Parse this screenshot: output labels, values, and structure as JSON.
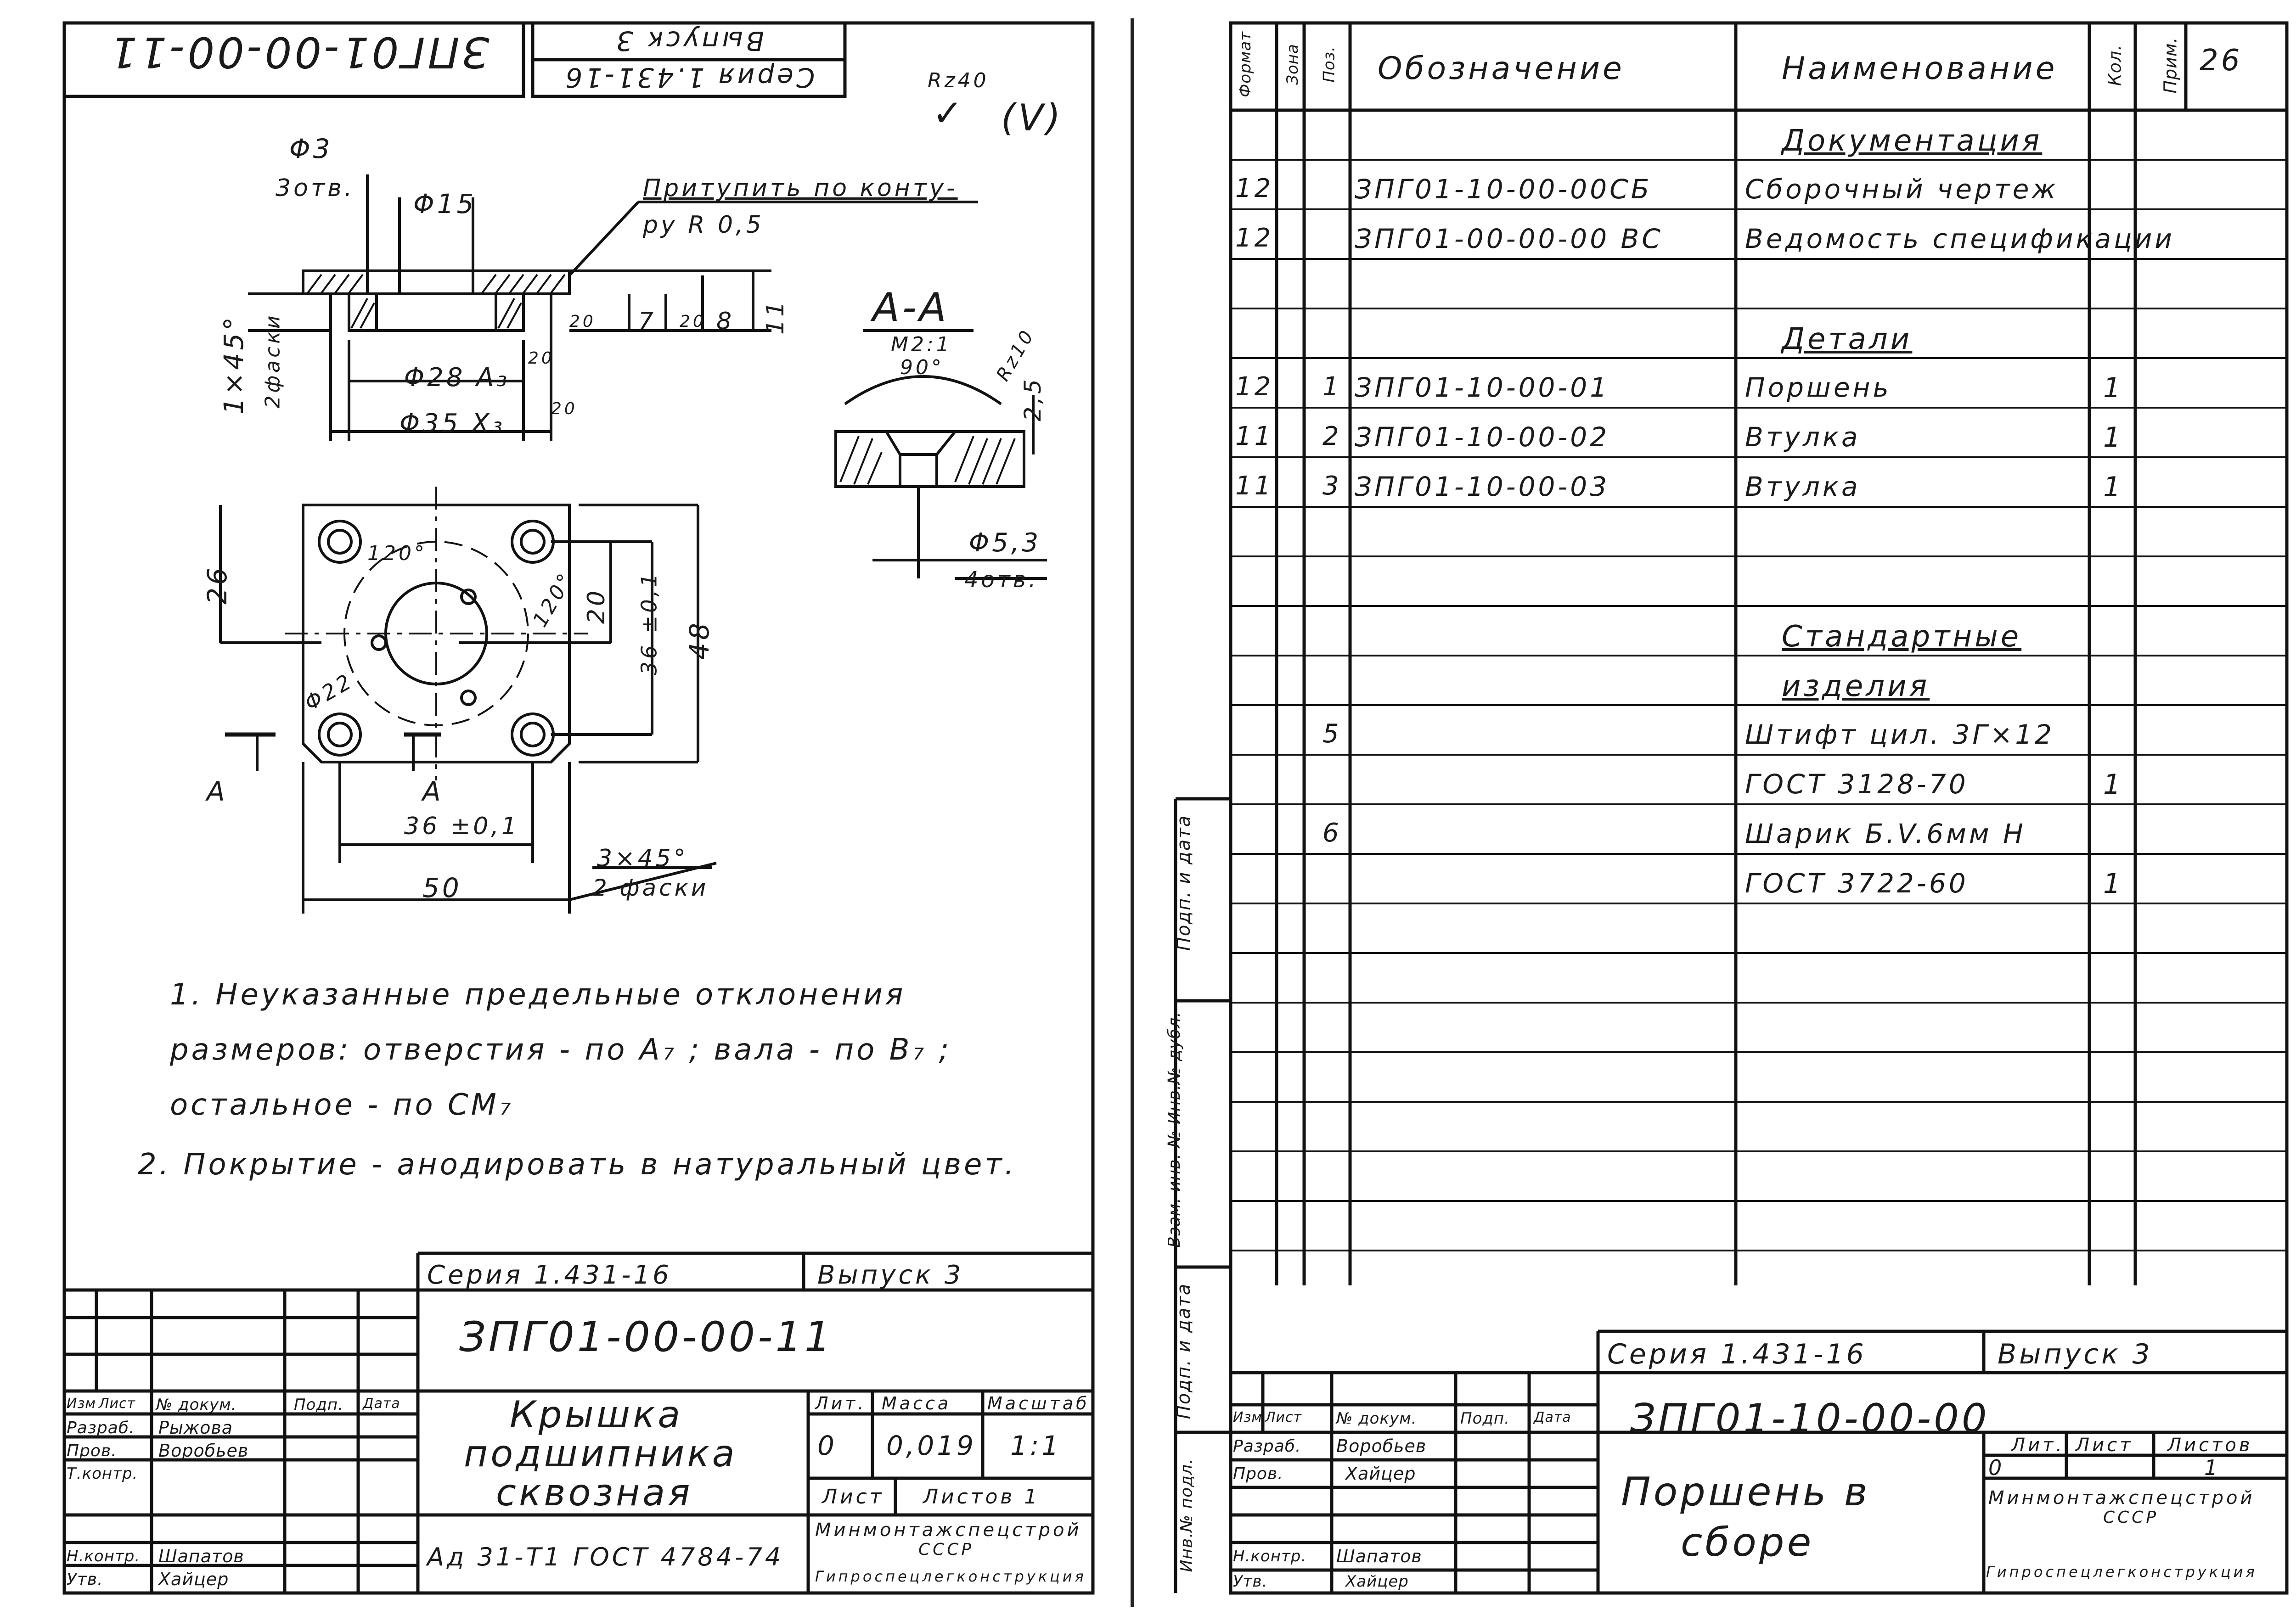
{
  "left_sheet": {
    "top_stamp": {
      "designation_rot": "ЗПГ01-00-00-11",
      "issue_rot": "Выпуск 3",
      "series_rot": "Серия 1.431-16"
    },
    "surface_mark": "Rz40",
    "surface_mark_paren": "(V)",
    "callouts": {
      "holes_d": "Φ3",
      "holes_n": "3отв.",
      "d15": "Φ15",
      "blunt_1": "Притупить по конту-",
      "blunt_2": "ру R 0,5",
      "d28": "Φ28 A₃",
      "d35": "Φ35 X₃",
      "chamfer_1": "1×45°",
      "chamfer_2": "2фаски",
      "dim7": "7",
      "dim8": "8",
      "dim11": "11",
      "r20a": "20",
      "r20b": "20",
      "r20c": "20",
      "r20d": "20",
      "section_title": "А-А",
      "section_scale": "М2:1",
      "angle90": "90°",
      "rz10": "Rz10",
      "dim25": "2,5",
      "d53": "Φ5,3",
      "holes4": "4отв.",
      "dim26": "26",
      "a120_1": "120°",
      "a120_2": "120°",
      "d22": "Φ22",
      "dim20": "20",
      "dim36v": "36 ±0,1",
      "dim48": "48",
      "secA_left": "А",
      "secA_right": "А",
      "dim36h": "36 ±0,1",
      "dim50": "50",
      "chamfer3_1": "3×45°",
      "chamfer3_2": "2 фаски"
    },
    "notes": [
      "1. Неуказанные предельные отклонения",
      "размеров: отверстия - по A₇ ; вала - по B₇ ;",
      "остальное - по CM₇",
      "2. Покрытие - анодировать в натуральный цвет."
    ],
    "title_block": {
      "series": "Серия 1.431-16",
      "issue": "Выпуск 3",
      "designation": "ЗПГ01-00-00-11",
      "name_lines": [
        "Крышка",
        "подшипника",
        "сквозная"
      ],
      "material": "Ад 31-Т1 ГОСТ 4784-74",
      "headers": {
        "lit": "Лит.",
        "mass": "Масса",
        "scale": "Масштаб"
      },
      "lit_value": "0",
      "mass_value": "0,019",
      "scale_value": "1:1",
      "sheet": "Лист",
      "sheets": "Листов 1",
      "org_1": "Минмонтажспецстрой",
      "org_2": "СССР",
      "org_3": "Гипроспецлегконструкция",
      "col_headers": [
        "Изм",
        "Лист",
        "№ докум.",
        "Подп.",
        "Дата"
      ],
      "roles": [
        "Разраб.",
        "Пров.",
        "Т.контр.",
        "",
        "Н.контр.",
        "Утв."
      ],
      "people": [
        "Рыжова",
        "Воробьев",
        "",
        "",
        "Шапатов",
        "Хайцер"
      ]
    }
  },
  "right_sheet": {
    "page_number": "26",
    "headers": {
      "format": "Формат",
      "zone": "Зона",
      "pos": "Поз.",
      "designation": "Обозначение",
      "name": "Наименование",
      "qty": "Кол.",
      "note": "Прим."
    },
    "rows": [
      {
        "format": "",
        "pos": "",
        "designation": "",
        "name": "Документация",
        "qty": "",
        "heading": true
      },
      {
        "format": "12",
        "pos": "",
        "designation": "ЗПГ01-10-00-00СБ",
        "name": "Сборочный чертеж",
        "qty": ""
      },
      {
        "format": "12",
        "pos": "",
        "designation": "ЗПГ01-00-00-00 ВС",
        "name": "Ведомость спецификации",
        "qty": ""
      },
      {
        "format": "",
        "pos": "",
        "designation": "",
        "name": "",
        "qty": ""
      },
      {
        "format": "",
        "pos": "",
        "designation": "",
        "name": "Детали",
        "qty": "",
        "heading": true
      },
      {
        "format": "12",
        "pos": "1",
        "designation": "ЗПГ01-10-00-01",
        "name": "Поршень",
        "qty": "1"
      },
      {
        "format": "11",
        "pos": "2",
        "designation": "ЗПГ01-10-00-02",
        "name": "Втулка",
        "qty": "1"
      },
      {
        "format": "11",
        "pos": "3",
        "designation": "ЗПГ01-10-00-03",
        "name": "Втулка",
        "qty": "1"
      },
      {
        "format": "",
        "pos": "",
        "designation": "",
        "name": "",
        "qty": ""
      },
      {
        "format": "",
        "pos": "",
        "designation": "",
        "name": "",
        "qty": ""
      },
      {
        "format": "",
        "pos": "",
        "designation": "",
        "name": "Стандартные",
        "qty": "",
        "heading": true
      },
      {
        "format": "",
        "pos": "",
        "designation": "",
        "name": "изделия",
        "qty": "",
        "heading": true
      },
      {
        "format": "",
        "pos": "5",
        "designation": "",
        "name": "Штифт цил. 3Г×12",
        "qty": ""
      },
      {
        "format": "",
        "pos": "",
        "designation": "",
        "name": "ГОСТ 3128-70",
        "qty": "1"
      },
      {
        "format": "",
        "pos": "6",
        "designation": "",
        "name": "Шарик Б.V.6мм Н",
        "qty": ""
      },
      {
        "format": "",
        "pos": "",
        "designation": "",
        "name": "ГОСТ 3722-60",
        "qty": "1"
      }
    ],
    "side_labels": [
      "Подп. и дата",
      "Взам. инв. № Инв.№ дубл.",
      "Подп. и дата",
      "Инв.№ подл."
    ],
    "title_block": {
      "series": "Серия 1.431-16",
      "issue": "Выпуск 3",
      "designation": "ЗПГ01-10-00-00",
      "name_lines": [
        "Поршень в",
        "сборе"
      ],
      "headers": {
        "lit": "Лит.",
        "sheet": "Лист",
        "sheets": "Листов"
      },
      "lit_value": "0",
      "sheets_value": "1",
      "org_1": "Минмонтажспецстрой",
      "org_2": "СССР",
      "org_3": "Гипроспецлегконструкция",
      "col_headers": [
        "Изм",
        "Лист",
        "№ докум.",
        "Подп.",
        "Дата"
      ],
      "roles": [
        "Разраб.",
        "Пров.",
        "",
        "",
        "Н.контр.",
        "Утв."
      ],
      "people": [
        "Воробьев",
        "Хайцер",
        "",
        "",
        "Шапатов",
        "Хайцер"
      ]
    }
  }
}
